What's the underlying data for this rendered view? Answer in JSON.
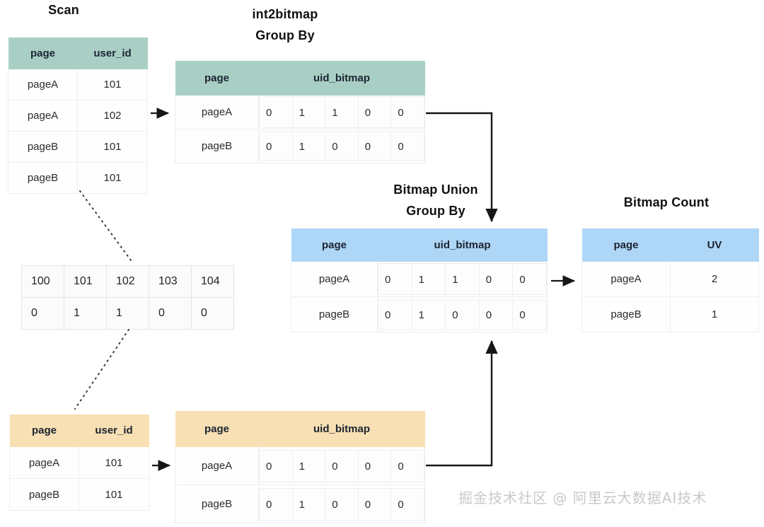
{
  "titles": {
    "scan": "Scan",
    "int2bitmap_line1": "int2bitmap",
    "int2bitmap_line2": "Group By",
    "bitmap_union_line1": "Bitmap Union",
    "bitmap_union_line2": "Group By",
    "bitmap_count": "Bitmap Count"
  },
  "colors": {
    "green_header": "#a9cfc5",
    "blue_header": "#aed6f7",
    "orange_header": "#f8dfb4",
    "legend_border": "#8aaedd",
    "arrow": "#161616",
    "watermark": "#c9c9c9"
  },
  "scan_table_top": {
    "headers": [
      "page",
      "user_id"
    ],
    "rows": [
      [
        "pageA",
        "101"
      ],
      [
        "pageA",
        "102"
      ],
      [
        "pageB",
        "101"
      ],
      [
        "pageB",
        "101"
      ]
    ]
  },
  "int2bitmap_table": {
    "headers": [
      "page",
      "uid_bitmap"
    ],
    "rows": [
      {
        "page": "pageA",
        "bitmap": [
          "0",
          "1",
          "1",
          "0",
          "0"
        ]
      },
      {
        "page": "pageB",
        "bitmap": [
          "0",
          "1",
          "0",
          "0",
          "0"
        ]
      }
    ]
  },
  "legend_table": {
    "ids": [
      "100",
      "101",
      "102",
      "103",
      "104"
    ],
    "bits": [
      "0",
      "1",
      "1",
      "0",
      "0"
    ]
  },
  "bitmap_union_table": {
    "headers": [
      "page",
      "uid_bitmap"
    ],
    "rows": [
      {
        "page": "pageA",
        "bitmap": [
          "0",
          "1",
          "1",
          "0",
          "0"
        ]
      },
      {
        "page": "pageB",
        "bitmap": [
          "0",
          "1",
          "0",
          "0",
          "0"
        ]
      }
    ]
  },
  "bitmap_count_table": {
    "headers": [
      "page",
      "UV"
    ],
    "rows": [
      [
        "pageA",
        "2"
      ],
      [
        "pageB",
        "1"
      ]
    ]
  },
  "scan_table_bottom": {
    "headers": [
      "page",
      "user_id"
    ],
    "rows": [
      [
        "pageA",
        "101"
      ],
      [
        "pageB",
        "101"
      ]
    ]
  },
  "int2bitmap_table_bottom": {
    "headers": [
      "page",
      "uid_bitmap"
    ],
    "rows": [
      {
        "page": "pageA",
        "bitmap": [
          "0",
          "1",
          "0",
          "0",
          "0"
        ]
      },
      {
        "page": "pageB",
        "bitmap": [
          "0",
          "1",
          "0",
          "0",
          "0"
        ]
      }
    ]
  },
  "watermark": "掘金技术社区 @ 阿里云大数据AI技术"
}
